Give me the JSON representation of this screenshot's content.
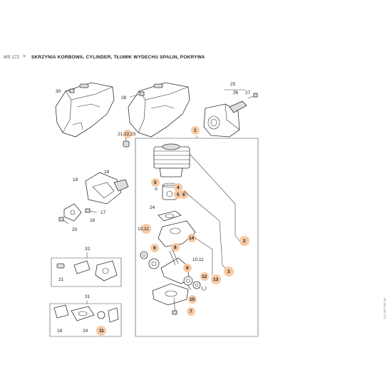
{
  "header": {
    "model": "MS 172",
    "separator": ">",
    "title": "SKRZYNIA KORBOWA, CYLINDER, TŁUMIK WYDECHU SPALIN, POKRYWA"
  },
  "colors": {
    "highlight": "#f7c9a3",
    "line": "#444444"
  },
  "doc_id": "1141-GET-0007-A0",
  "callouts": {
    "c1": "1",
    "c2": "2",
    "c3": "3",
    "c4": "4",
    "c5a": "5",
    "c5b": "5",
    "c6": "6",
    "c7": "7",
    "c8": "8",
    "c9a": "9",
    "c9b": "9",
    "c10_11a": "10,11",
    "c10_11b": "10,11",
    "c11": "11",
    "c12": "12",
    "c13": "13",
    "c14": "14",
    "c15": "15",
    "c16": "16",
    "c17": "17",
    "c18a": "18",
    "c18b": "18",
    "c19": "19",
    "c20": "20",
    "c21": "21",
    "c21_22_23": "21,22,23",
    "c24a": "24",
    "c24b": "24",
    "c25": "25",
    "c26": "26",
    "c27": "27",
    "c28": "28",
    "c30": "30",
    "c31": "31",
    "c32": "32"
  }
}
